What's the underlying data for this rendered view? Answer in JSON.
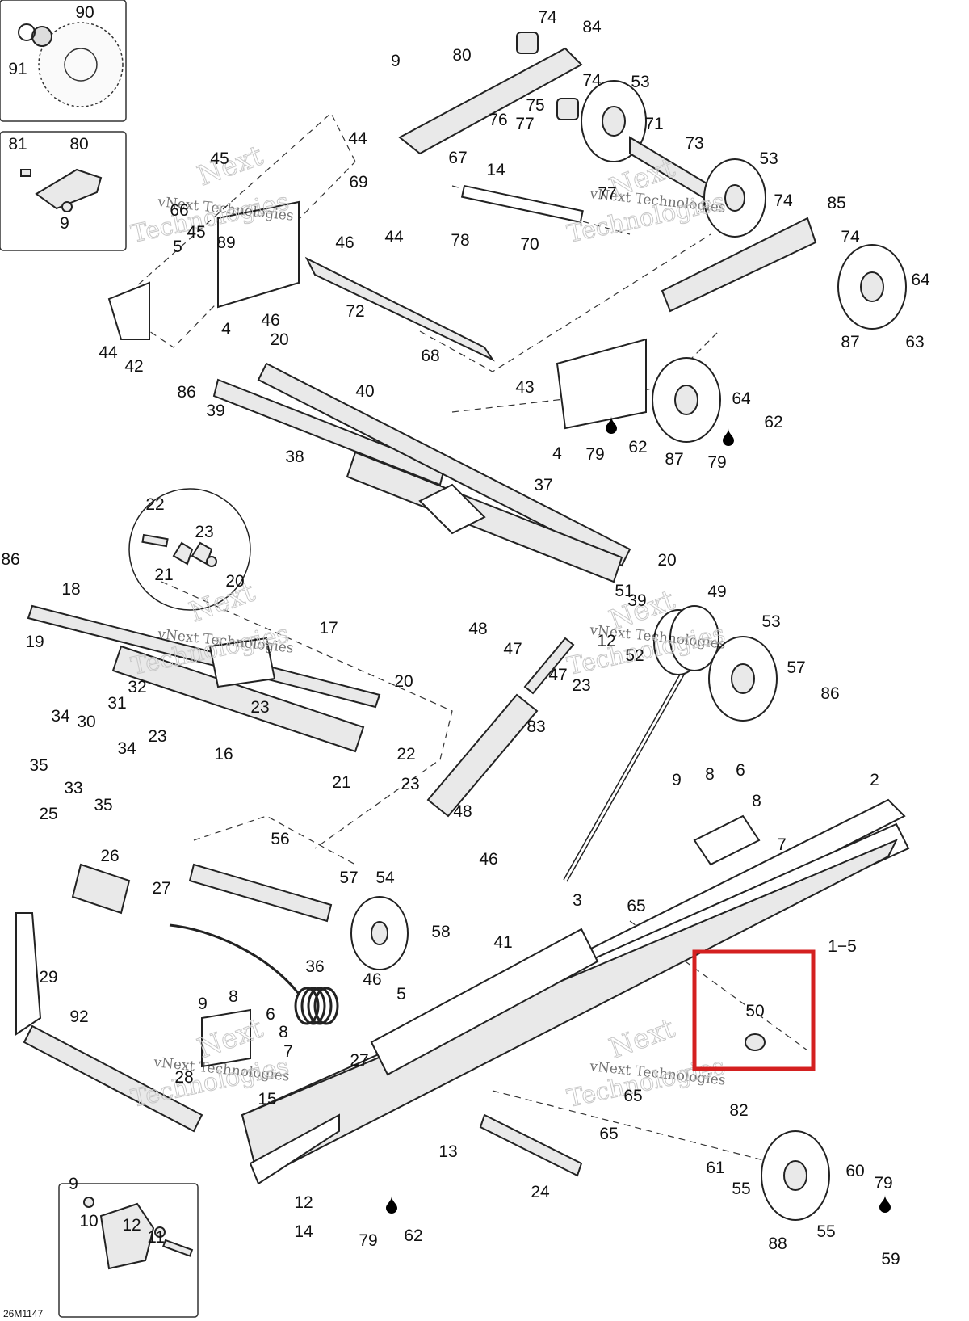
{
  "diagram_code": "26M1147",
  "watermark": {
    "line1": "vNext Technologies",
    "brand_big": "Next",
    "brand_big2": "Technologies"
  },
  "highlight": {
    "callout": "50",
    "color": "#d42020"
  },
  "callouts": [
    {
      "id": "c90",
      "text": "90"
    },
    {
      "id": "c91",
      "text": "91"
    },
    {
      "id": "c81",
      "text": "81"
    },
    {
      "id": "c80a",
      "text": "80"
    },
    {
      "id": "c9a",
      "text": "9"
    },
    {
      "id": "c74a",
      "text": "74"
    },
    {
      "id": "c84",
      "text": "84"
    },
    {
      "id": "c80b",
      "text": "80"
    },
    {
      "id": "c9b",
      "text": "9"
    },
    {
      "id": "c74b",
      "text": "74"
    },
    {
      "id": "c53a",
      "text": "53"
    },
    {
      "id": "c75",
      "text": "75"
    },
    {
      "id": "c76",
      "text": "76"
    },
    {
      "id": "c77a",
      "text": "77"
    },
    {
      "id": "c71",
      "text": "71"
    },
    {
      "id": "c73",
      "text": "73"
    },
    {
      "id": "c44a",
      "text": "44"
    },
    {
      "id": "c67",
      "text": "67"
    },
    {
      "id": "c14a",
      "text": "14"
    },
    {
      "id": "c53b",
      "text": "53"
    },
    {
      "id": "c45a",
      "text": "45"
    },
    {
      "id": "c69",
      "text": "69"
    },
    {
      "id": "c77b",
      "text": "77"
    },
    {
      "id": "c74c",
      "text": "74"
    },
    {
      "id": "c85",
      "text": "85"
    },
    {
      "id": "c66",
      "text": "66"
    },
    {
      "id": "c45b",
      "text": "45"
    },
    {
      "id": "c89",
      "text": "89"
    },
    {
      "id": "c46a",
      "text": "46"
    },
    {
      "id": "c44b",
      "text": "44"
    },
    {
      "id": "c78",
      "text": "78"
    },
    {
      "id": "c70",
      "text": "70"
    },
    {
      "id": "c74d",
      "text": "74"
    },
    {
      "id": "c5a",
      "text": "5"
    },
    {
      "id": "c64a",
      "text": "64"
    },
    {
      "id": "c72",
      "text": "72"
    },
    {
      "id": "c4a",
      "text": "4"
    },
    {
      "id": "c46b",
      "text": "46"
    },
    {
      "id": "c63",
      "text": "63"
    },
    {
      "id": "c87a",
      "text": "87"
    },
    {
      "id": "c44c",
      "text": "44"
    },
    {
      "id": "c42",
      "text": "42"
    },
    {
      "id": "c20a",
      "text": "20"
    },
    {
      "id": "c68",
      "text": "68"
    },
    {
      "id": "c43",
      "text": "43"
    },
    {
      "id": "c64b",
      "text": "64"
    },
    {
      "id": "c86a",
      "text": "86"
    },
    {
      "id": "c40",
      "text": "40"
    },
    {
      "id": "c39a",
      "text": "39"
    },
    {
      "id": "c62a",
      "text": "62"
    },
    {
      "id": "c4b",
      "text": "4"
    },
    {
      "id": "c79a",
      "text": "79"
    },
    {
      "id": "c62b",
      "text": "62"
    },
    {
      "id": "c87b",
      "text": "87"
    },
    {
      "id": "c79b",
      "text": "79"
    },
    {
      "id": "c38",
      "text": "38"
    },
    {
      "id": "c37",
      "text": "37"
    },
    {
      "id": "c22a",
      "text": "22"
    },
    {
      "id": "c23a",
      "text": "23"
    },
    {
      "id": "c21a",
      "text": "21"
    },
    {
      "id": "c86b",
      "text": "86"
    },
    {
      "id": "c20b",
      "text": "20"
    },
    {
      "id": "c18",
      "text": "18"
    },
    {
      "id": "c20c",
      "text": "20"
    },
    {
      "id": "c51",
      "text": "51"
    },
    {
      "id": "c49",
      "text": "49"
    },
    {
      "id": "c39b",
      "text": "39"
    },
    {
      "id": "c19",
      "text": "19"
    },
    {
      "id": "c17",
      "text": "17"
    },
    {
      "id": "c48a",
      "text": "48"
    },
    {
      "id": "c53c",
      "text": "53"
    },
    {
      "id": "c12a",
      "text": "12"
    },
    {
      "id": "c47a",
      "text": "47"
    },
    {
      "id": "c52",
      "text": "52"
    },
    {
      "id": "c57a",
      "text": "57"
    },
    {
      "id": "c47b",
      "text": "47"
    },
    {
      "id": "c23b",
      "text": "23"
    },
    {
      "id": "c20d",
      "text": "20"
    },
    {
      "id": "c86c",
      "text": "86"
    },
    {
      "id": "c32",
      "text": "32"
    },
    {
      "id": "c31",
      "text": "31"
    },
    {
      "id": "c23c",
      "text": "23"
    },
    {
      "id": "c34a",
      "text": "34"
    },
    {
      "id": "c30",
      "text": "30"
    },
    {
      "id": "c23d",
      "text": "23"
    },
    {
      "id": "c83",
      "text": "83"
    },
    {
      "id": "c34b",
      "text": "34"
    },
    {
      "id": "c22b",
      "text": "22"
    },
    {
      "id": "c35a",
      "text": "35"
    },
    {
      "id": "c16",
      "text": "16"
    },
    {
      "id": "c21b",
      "text": "21"
    },
    {
      "id": "c33",
      "text": "33"
    },
    {
      "id": "c35b",
      "text": "35"
    },
    {
      "id": "c23e",
      "text": "23"
    },
    {
      "id": "c9c",
      "text": "9"
    },
    {
      "id": "c8a",
      "text": "8"
    },
    {
      "id": "c6a",
      "text": "6"
    },
    {
      "id": "c2",
      "text": "2"
    },
    {
      "id": "c8b",
      "text": "8"
    },
    {
      "id": "c48b",
      "text": "48"
    },
    {
      "id": "c25",
      "text": "25"
    },
    {
      "id": "c56",
      "text": "56"
    },
    {
      "id": "c7a",
      "text": "7"
    },
    {
      "id": "c26",
      "text": "26"
    },
    {
      "id": "c46c",
      "text": "46"
    },
    {
      "id": "c57b",
      "text": "57"
    },
    {
      "id": "c54",
      "text": "54"
    },
    {
      "id": "c27a",
      "text": "27"
    },
    {
      "id": "c3",
      "text": "3"
    },
    {
      "id": "c65a",
      "text": "65"
    },
    {
      "id": "c58",
      "text": "58"
    },
    {
      "id": "c41",
      "text": "41"
    },
    {
      "id": "c1_5",
      "text": "1−5"
    },
    {
      "id": "c29",
      "text": "29"
    },
    {
      "id": "c36",
      "text": "36"
    },
    {
      "id": "c46d",
      "text": "46"
    },
    {
      "id": "c5b",
      "text": "5"
    },
    {
      "id": "c50",
      "text": "50"
    },
    {
      "id": "c92",
      "text": "92"
    },
    {
      "id": "c9d",
      "text": "9"
    },
    {
      "id": "c8c",
      "text": "8"
    },
    {
      "id": "c6b",
      "text": "6"
    },
    {
      "id": "c8d",
      "text": "8"
    },
    {
      "id": "c27b",
      "text": "27"
    },
    {
      "id": "c7b",
      "text": "7"
    },
    {
      "id": "c28",
      "text": "28"
    },
    {
      "id": "c65b",
      "text": "65"
    },
    {
      "id": "c15",
      "text": "15"
    },
    {
      "id": "c82",
      "text": "82"
    },
    {
      "id": "c65c",
      "text": "65"
    },
    {
      "id": "c13",
      "text": "13"
    },
    {
      "id": "c61",
      "text": "61"
    },
    {
      "id": "c9e",
      "text": "9"
    },
    {
      "id": "c55a",
      "text": "55"
    },
    {
      "id": "c60",
      "text": "60"
    },
    {
      "id": "c79c",
      "text": "79"
    },
    {
      "id": "c24",
      "text": "24"
    },
    {
      "id": "c12b",
      "text": "12"
    },
    {
      "id": "c10",
      "text": "10"
    },
    {
      "id": "c12c",
      "text": "12"
    },
    {
      "id": "c11",
      "text": "11"
    },
    {
      "id": "c14b",
      "text": "14"
    },
    {
      "id": "c79d",
      "text": "79"
    },
    {
      "id": "c62c",
      "text": "62"
    },
    {
      "id": "c88",
      "text": "88"
    },
    {
      "id": "c55b",
      "text": "55"
    },
    {
      "id": "c59",
      "text": "59"
    }
  ]
}
